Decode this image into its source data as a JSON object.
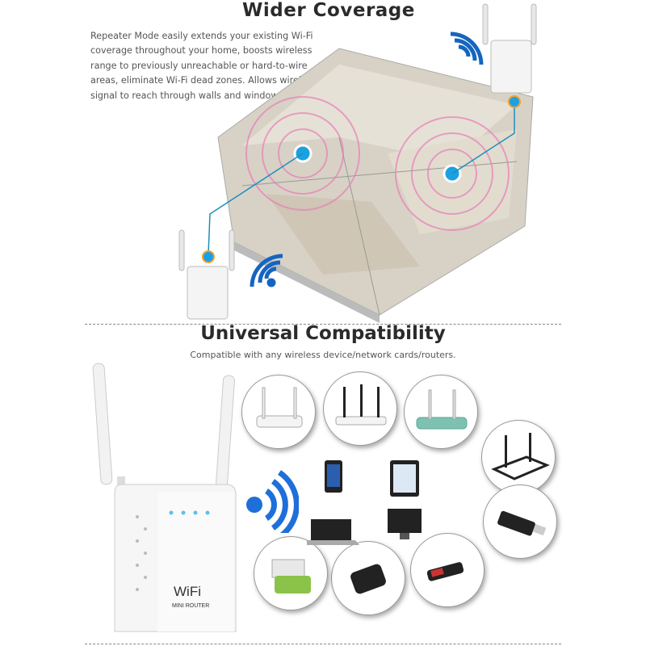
{
  "coverage": {
    "title": "Wider Coverage",
    "description": "Repeater Mode easily extends your existing Wi-Fi coverage throughout your home, boosts wireless range to previously unreachable or hard-to-wire areas, eliminate Wi-Fi dead zones. Allows wireless signal to reach through walls and windows."
  },
  "compatibility": {
    "title": "Universal Compatibility",
    "subtitle": "Compatible with any wireless device/network cards/routers."
  },
  "product_logo": {
    "brand": "WiFi",
    "model": "MINI ROUTER"
  },
  "colors": {
    "accent": "#1ba1e2",
    "signal": "#1565c0",
    "heading": "#2b2b2b"
  },
  "devices": [
    "wireless-router-2-antenna",
    "wireless-router-3-antenna",
    "teal-router",
    "black-router",
    "usb-wifi-adapter-black",
    "usb-modem",
    "usb-nano-adapter",
    "usb-adapter-green",
    "smartphone",
    "tablet",
    "laptop",
    "desktop-monitor"
  ]
}
